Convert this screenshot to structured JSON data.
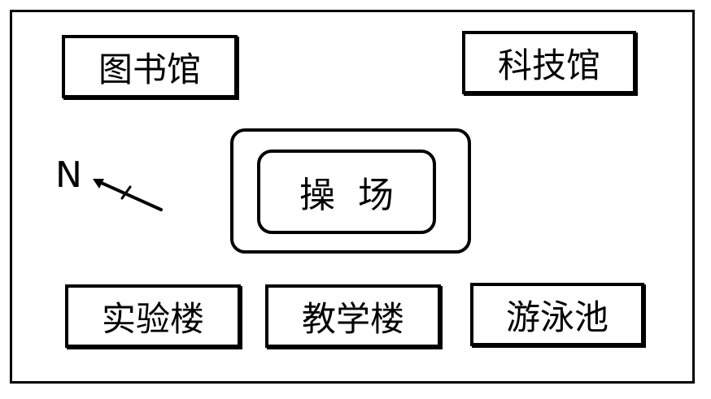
{
  "buildings": {
    "library": "图书馆",
    "science_museum": "科技馆",
    "laboratory": "实验楼",
    "teaching_building": "教学楼",
    "swimming_pool": "游泳池"
  },
  "playground": {
    "label": "操  场"
  },
  "compass": {
    "north_label": "N"
  }
}
